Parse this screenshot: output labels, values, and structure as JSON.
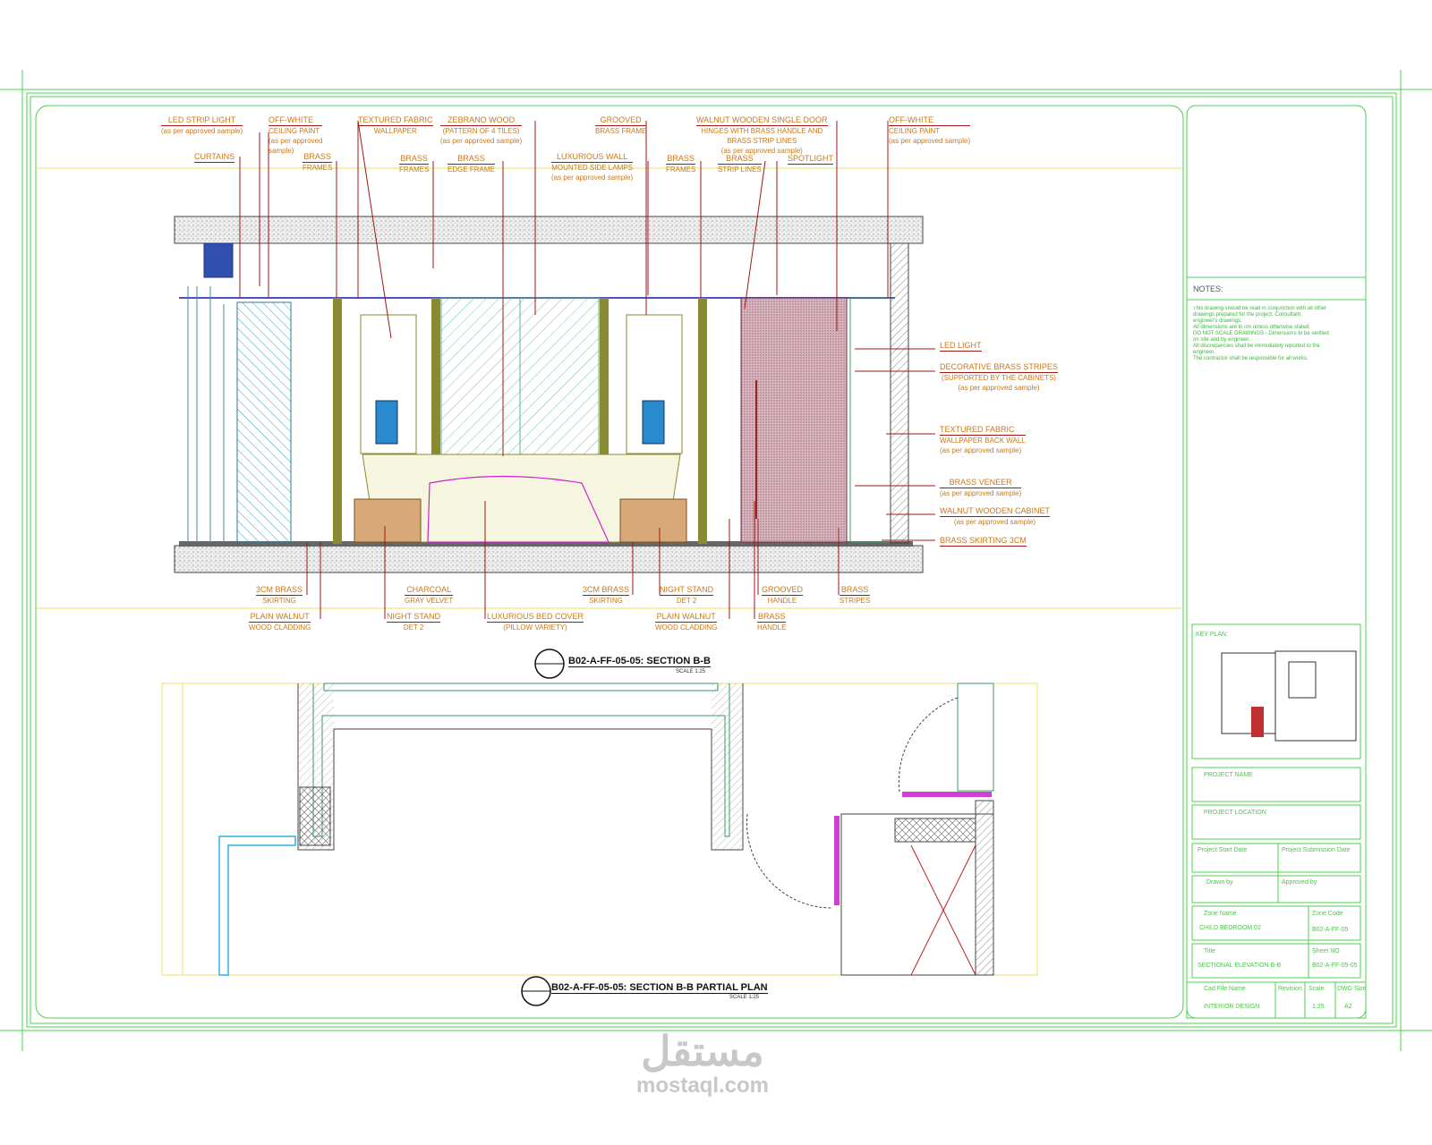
{
  "elevation_labels": {
    "led_strip": {
      "t": "LED STRIP LIGHT",
      "s": "(as per approved sample)"
    },
    "ceiling_paint_l": {
      "t": "OFF-WHITE",
      "s1": "CEILING PAINT",
      "s2": "(as per approved",
      "s3": "sample)"
    },
    "textured_fabric": {
      "t": "TEXTURED FABRIC",
      "s": "WALLPAPER"
    },
    "zebrano": {
      "t": "ZEBRANO WOOD",
      "s1": "(PATTERN OF 4 TILES)",
      "s2": "(as per approved sample)"
    },
    "curtains": {
      "t": "CURTAINS"
    },
    "brass_frames_1": {
      "a": "BRASS",
      "b": "FRAMES"
    },
    "brass_frames_2": {
      "a": "BRASS",
      "b": "FRAMES"
    },
    "brass_edge": {
      "a": "BRASS",
      "b": "EDGE FRAME"
    },
    "grooved_frame": {
      "t": "GROOVED",
      "s": "BRASS FRAME"
    },
    "side_lamps": {
      "t": "LUXURIOUS WALL",
      "s1": "MOUNTED SIDE LAMPS",
      "s2": "(as per approved sample)"
    },
    "brass_frames_3": {
      "a": "BRASS",
      "b": "FRAMES"
    },
    "door": {
      "t": "WALNUT WOODEN SINGLE DOOR",
      "s1": "HINGES WITH BRASS HANDLE AND",
      "s2": "BRASS STRIP LINES",
      "s3": "(as per approved sample)"
    },
    "brass_strip": {
      "a": "BRASS",
      "b": "STRIP LINES"
    },
    "spotlight": {
      "t": "SPOTLIGHT"
    },
    "ceiling_paint_r": {
      "t": "OFF-WHITE",
      "s1": "CEILING PAINT",
      "s2": "(as per approved sample)"
    },
    "led_light": {
      "t": "LED LIGHT"
    },
    "deco_brass": {
      "t": "DECORATIVE BRASS STRIPES",
      "s1": "(SUPPORTED BY THE CABINETS)",
      "s2": "(as per approved sample)"
    },
    "fabric_back": {
      "t": "TEXTURED FABRIC",
      "s1": "WALLPAPER BACK WALL",
      "s2": "(as per approved sample)"
    },
    "brass_veneer": {
      "t": "BRASS VENEER",
      "s": "(as per approved sample)"
    },
    "walnut_cabinet": {
      "t": "WALNUT WOODEN CABINET",
      "s": "(as per approved sample)"
    },
    "brass_skirting_r": {
      "t": "BRASS SKIRTING 3CM"
    },
    "skirting_1": {
      "t": "3CM BRASS",
      "s": "SKIRTING"
    },
    "charcoal": {
      "t": "CHARCOAL",
      "s": "GRAY VELVET"
    },
    "skirting_2": {
      "t": "3CM BRASS",
      "s": "SKIRTING"
    },
    "nightstand_r": {
      "t": "NIGHT STAND",
      "s": "DET 2"
    },
    "grooved_handle": {
      "t": "GROOVED",
      "s": "HANDLE"
    },
    "brass_stripes": {
      "t": "BRASS",
      "s": "STRIPES"
    },
    "walnut_clad_1": {
      "t": "PLAIN WALNUT",
      "s": "WOOD CLADDING"
    },
    "nightstand_l": {
      "t": "NIGHT STAND",
      "s": "DET 2"
    },
    "bed_cover": {
      "t": "LUXURIOUS BED COVER",
      "s": "(PILLOW VARIETY)"
    },
    "walnut_clad_2": {
      "t": "PLAIN WALNUT",
      "s": "WOOD CLADDING"
    },
    "brass_handle": {
      "t": "BRASS",
      "s": "HANDLE"
    }
  },
  "drawing_titles": {
    "section": {
      "title": "B02-A-FF-05-05: SECTION B-B",
      "scale": "SCALE 1:25"
    },
    "plan": {
      "title": "B02-A-FF-05-05: SECTION B-B PARTIAL PLAN",
      "scale": "SCALE 1:25"
    }
  },
  "title_block": {
    "notes_heading": "NOTES:",
    "notes": [
      "This drawing should be read in conjunction with all other",
      "drawings prepared for the project, Consultant",
      "engineer's drawings.",
      "All dimensions are in cm unless otherwise stated.",
      "DO NOT SCALE DRAWINGS - Dimensions to be verified",
      "on site and by engineer.",
      "All discrepancies shall be immediately reported to the",
      "engineer.",
      "The contractor shall be responsible for all works."
    ],
    "key_plan": "KEY PLAN:",
    "project_name": "PROJECT NAME",
    "project_location": "PROJECT LOCATION",
    "start_date": "Project Start Date",
    "submission_date": "Project Submission Date",
    "drawn_by": "Drawn by",
    "approved_by": "Approved by",
    "zone_name_label": "Zone Name",
    "zone_name": "CHILD BEDROOM 02",
    "zone_code_label": "Zone Code",
    "zone_code": "B02-A-FF-05",
    "title_label": "Title",
    "title": "SECTIONAL ELEVATION B-B",
    "sheet_no_label": "Sheet NO",
    "sheet_no": "B02-A-FF-05-05",
    "cad_file_label": "Cad File Name",
    "revision_label": "Revision",
    "scale_label": "Scale",
    "dwg_size_label": "DWG Size",
    "cad_file": "INTERIOR DESIGN",
    "scale": "1:25",
    "dwg_size": "A2"
  },
  "watermark": {
    "arabic": "مستقل",
    "latin": "mostaql.com"
  }
}
